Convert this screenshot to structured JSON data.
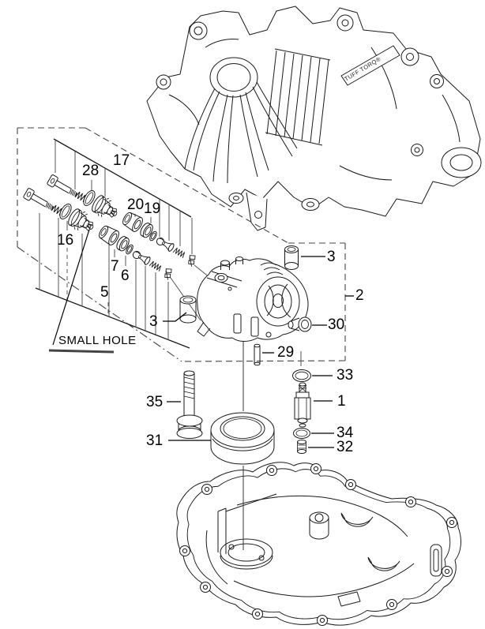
{
  "diagram": {
    "figure_type": "exploded-parts-diagram",
    "note": "SMALL HOLE",
    "brand_plate": "TUFF TORQ®",
    "colors": {
      "line": "#1a1a1a",
      "label": "#000000",
      "leader": "#555555",
      "background": "#ffffff"
    },
    "callouts": {
      "c1": "1",
      "c2": "2",
      "c3_left": "3",
      "c3_top": "3",
      "c5": "5",
      "c6": "6",
      "c7": "7",
      "c16": "16",
      "c17": "17",
      "c19": "19",
      "c20": "20",
      "c28": "28",
      "c29": "29",
      "c30": "30",
      "c31": "31",
      "c32": "32",
      "c33": "33",
      "c34": "34",
      "c35": "35"
    }
  }
}
